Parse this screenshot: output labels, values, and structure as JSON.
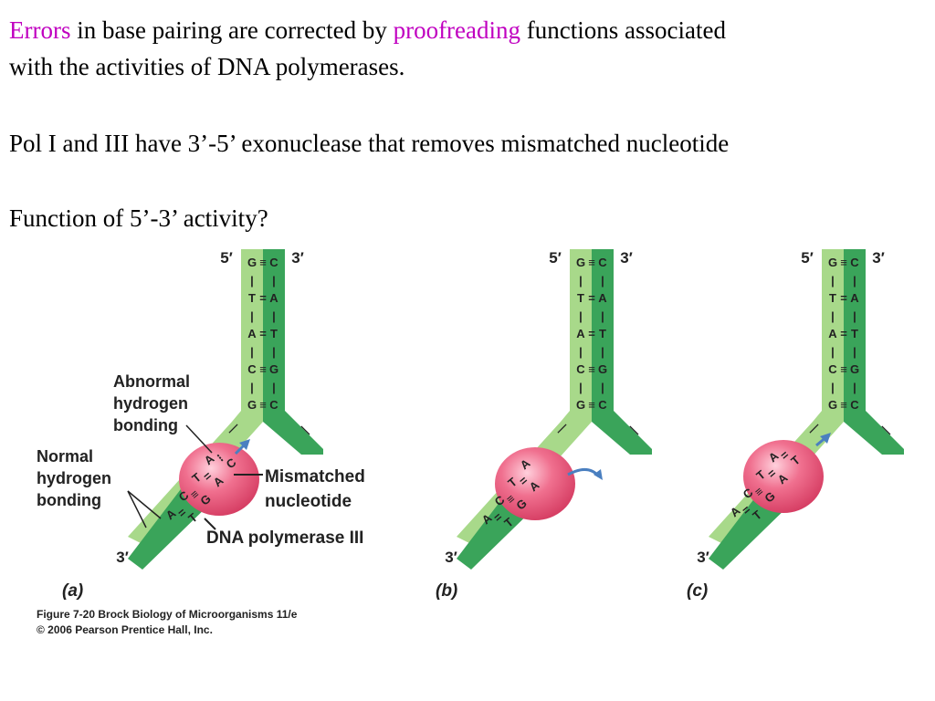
{
  "text": {
    "line1_a": "Errors",
    "line1_b": " in base pairing are corrected by ",
    "line1_c": "proofreading",
    "line1_d": " functions associated",
    "line2": "with the activities of DNA polymerases.",
    "line3": "Pol I and III have 3’-5’ exonuclease that removes mismatched nucleotide",
    "line4": "Function of 5’-3’ activity?"
  },
  "figure": {
    "strand_5": "5′",
    "strand_3": "3′",
    "label_abnormal_1": "Abnormal",
    "label_abnormal_2": "hydrogen",
    "label_abnormal_3": "bonding",
    "label_normal_1": "Normal",
    "label_normal_2": "hydrogen",
    "label_normal_3": "bonding",
    "label_mismatch_1": "Mismatched",
    "label_mismatch_2": "nucleotide",
    "label_polymerase": "DNA polymerase III",
    "panel_a": "(a)",
    "panel_b": "(b)",
    "panel_c": "(c)",
    "caption_1": "Figure 7-20  Brock Biology of Microorganisms 11/e",
    "caption_2": "© 2006 Pearson Prentice Hall, Inc."
  },
  "colors": {
    "light_strand": "#a8d98a",
    "dark_strand": "#3aa45a",
    "polymerase": "#e44d6e",
    "arrow": "#4a7fc0",
    "highlight": "#c000c0"
  }
}
